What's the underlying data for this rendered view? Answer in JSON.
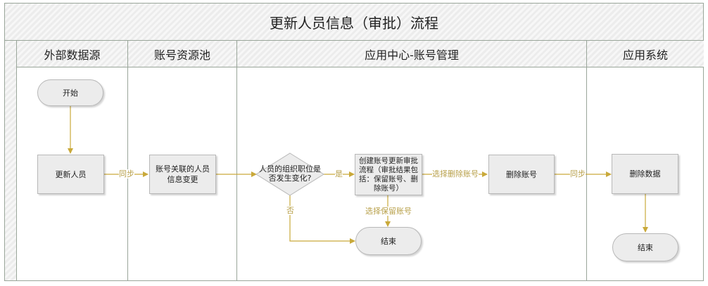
{
  "title": "更新人员信息（审批）流程",
  "lanes": [
    "外部数据源",
    "账号资源池",
    "应用中心-账号管理",
    "应用系统"
  ],
  "nodes": {
    "start": "开始",
    "update_person": "更新人员",
    "account_change": "账号关联的人员信息变更",
    "decision": "人员的组织职位是否发生变化?",
    "create_process": "创建账号更新审批流程（审批结果包括：保留账号、删除账号）",
    "delete_account": "删除账号",
    "end_center": "结束",
    "delete_data": "删除数据",
    "end_app": "结束"
  },
  "edge_labels": {
    "sync1": "同步",
    "yes": "是",
    "no": "否",
    "choose_delete": "选择删除账号",
    "choose_keep": "选择保留账号",
    "sync2": "同步"
  },
  "colors": {
    "connector": "#c9a93a",
    "border": "#9aa69a",
    "node_fill": "#ececec"
  }
}
